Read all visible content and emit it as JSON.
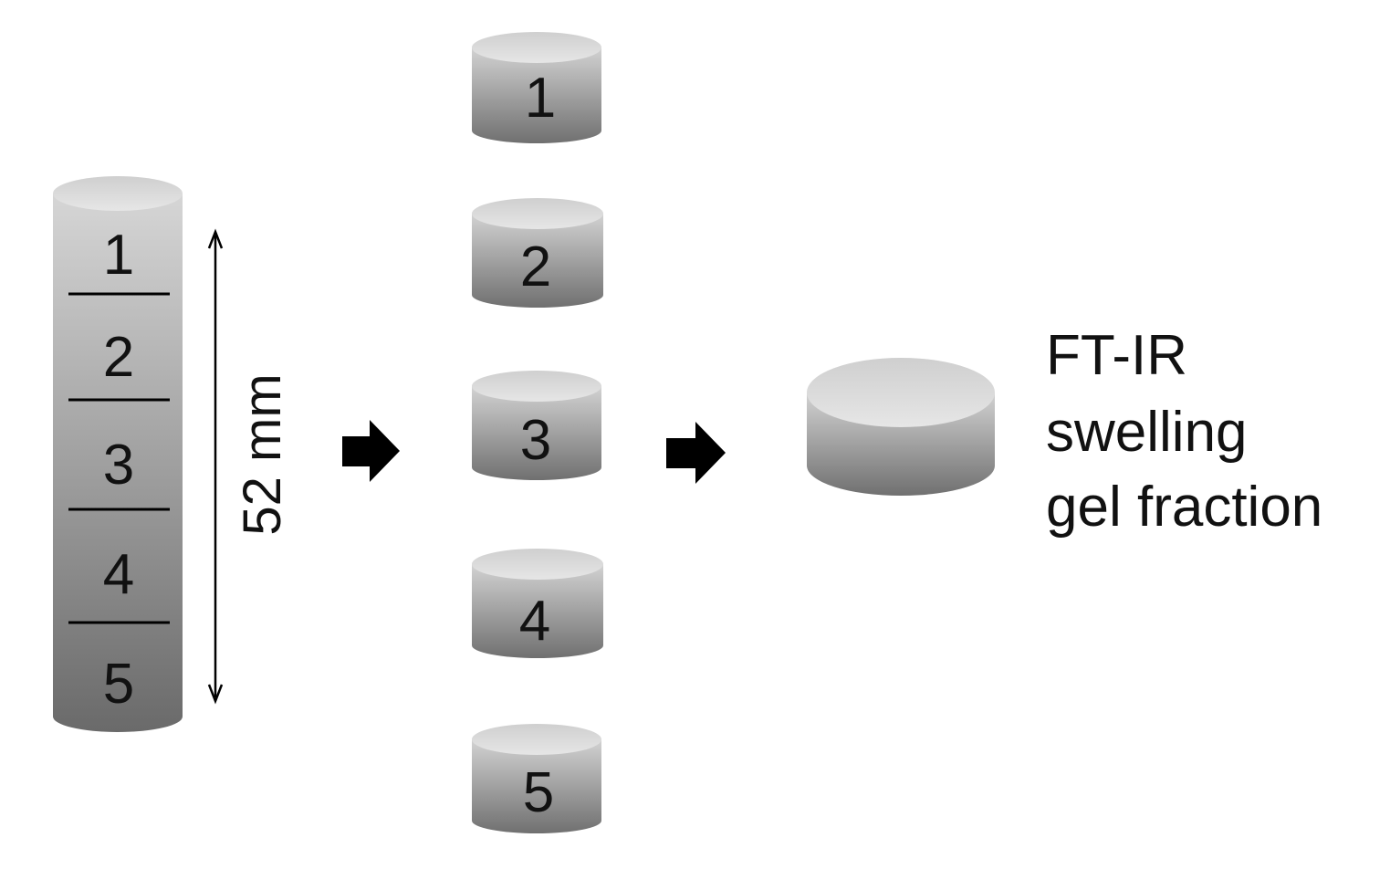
{
  "cylinder": {
    "sections": [
      "1",
      "2",
      "3",
      "4",
      "5"
    ],
    "length_label": "52 mm"
  },
  "slices": [
    "1",
    "2",
    "3",
    "4",
    "5"
  ],
  "analysis": {
    "lines": [
      "FT-IR",
      "swelling",
      "gel fraction"
    ]
  },
  "colors": {
    "gradient_top": "#dcdcdc",
    "gradient_bottom": "#6e6e6e",
    "ink": "#000000"
  }
}
